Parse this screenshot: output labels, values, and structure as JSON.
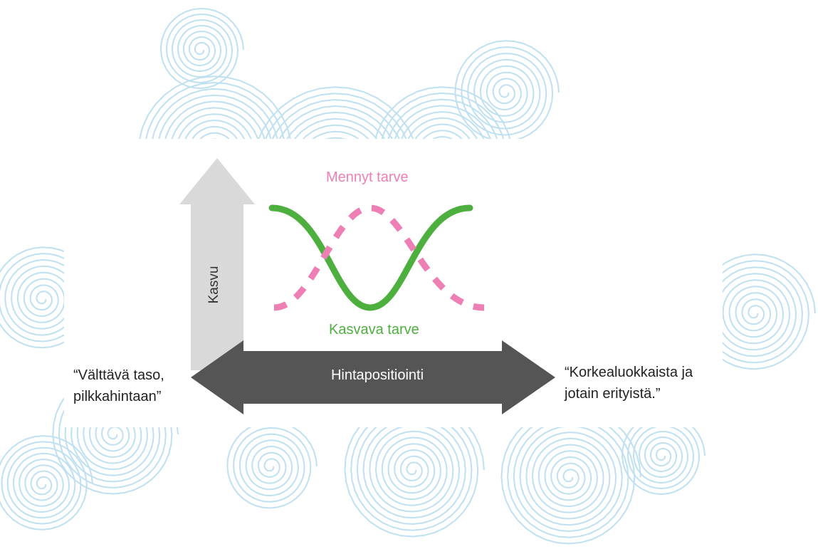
{
  "diagram": {
    "y_axis_label": "Kasvu",
    "x_axis_label": "Hintapositiointi",
    "left_quote": [
      "“Välttävä taso,",
      "pilkkahintaan”"
    ],
    "right_quote": [
      "“Korkealuokkaista ja",
      "jotain erityistä.”"
    ],
    "past_need_label": "Mennyt tarve",
    "growing_need_label": "Kasvava tarve"
  },
  "colors": {
    "past_need": "#ee7fb4",
    "growing_need": "#4daf3d",
    "x_arrow": "#555555",
    "y_arrow": "#d9d9d9",
    "spiral": "#bfe0f0",
    "quote_text": "#222222"
  },
  "curves": {
    "past_need": {
      "style": "dashed",
      "trend": "rises to a peak then falls"
    },
    "growing_need": {
      "style": "solid",
      "trend": "falls to a trough then rises"
    }
  }
}
